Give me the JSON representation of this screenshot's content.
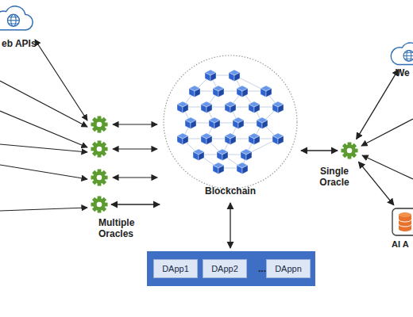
{
  "diagram": {
    "nodes": [
      {
        "text": [
          "eb APIs"
        ]
      },
      {
        "text": [
          "Multiple Oracles"
        ]
      },
      {
        "text": [
          "Blockchain"
        ]
      },
      {
        "text": [
          "Single Oracle"
        ]
      },
      {
        "text": [
          "We"
        ]
      },
      {
        "text": [
          "..."
        ]
      },
      {
        "text": [
          "DApp1"
        ],
        "in": 5
      },
      {
        "text": [
          "DApp2"
        ],
        "in": 5
      },
      {
        "text": [
          "DAppn"
        ],
        "in": 5
      },
      {
        "text": [
          "AI A"
        ]
      }
    ],
    "edges": [
      {
        "from": 1,
        "to": 2,
        "arrow": "both"
      },
      {
        "from": 2,
        "to": 3,
        "arrow": "both"
      },
      {
        "from": 2,
        "to": 5,
        "arrow": "both"
      },
      {
        "from": 3,
        "to": 4,
        "arrow": "both"
      },
      {
        "from": 3,
        "to": 9,
        "arrow": "both"
      }
    ]
  }
}
